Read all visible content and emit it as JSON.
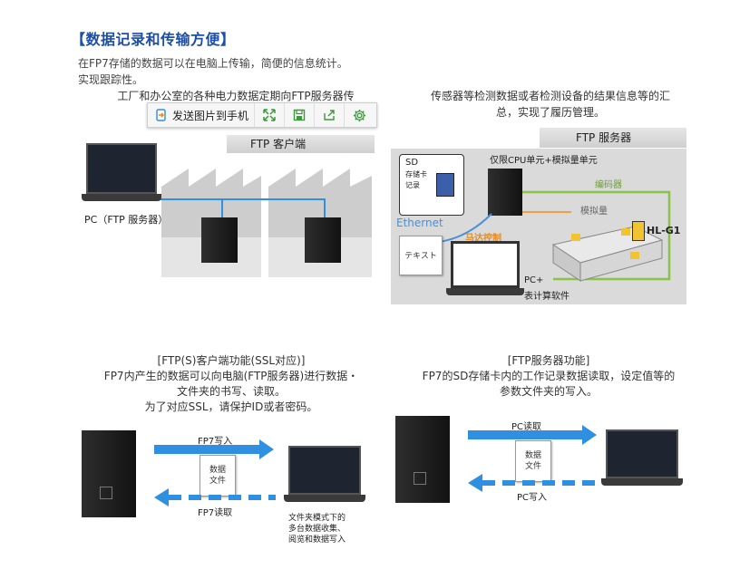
{
  "header": {
    "title": "【数据记录和传输方便】",
    "intro_line1": "在FP7存储的数据可以在电脑上传输，简便的信息统计。",
    "intro_line2": "实现跟踪性。"
  },
  "section_top_left": {
    "caption": "工厂和办公室的各种电力数据定期向FTP服务器传",
    "banner": "FTP 客户端",
    "pc_label": "PC（FTP 服务器）"
  },
  "toolbar": {
    "send_label": "发送图片到手机",
    "icons": [
      "expand-icon",
      "save-icon",
      "share-icon",
      "settings-icon"
    ]
  },
  "section_top_right": {
    "caption_line1": "传感器等检测数据或者检测设备的结果信息等的汇",
    "caption_line2": "总，实现了履历管理。",
    "banner": "FTP 服务器",
    "sd_label_1": "SD",
    "sd_label_2": "存储卡",
    "sd_label_3": "记录",
    "cpu_label": "仅限CPU单元+模拟量单元",
    "encoder_label": "编码器",
    "analog_label": "模拟量",
    "sensor_label": "HL-G1",
    "ethernet_label": "Ethernet",
    "text_label": "テキスト",
    "motor_label": "马达控制",
    "pc_label_1": "PC+",
    "pc_label_2": "表计算软件"
  },
  "section_bottom_left": {
    "caption_line1": "[FTP(S)客户端功能(SSL对应)]",
    "caption_line2": "FP7内产生的数据可以向电脑(FTP服务器)进行数据・",
    "caption_line3": "文件夹的书写、读取。",
    "caption_line4": "为了对应SSL，请保护ID或者密码。",
    "write_label": "FP7写入",
    "read_label": "FP7读取",
    "doc_label_1": "数据",
    "doc_label_2": "文件",
    "folder_label_1": "文件夹模式下的",
    "folder_label_2": "多台数据收集、",
    "folder_label_3": "阅览和数据写入"
  },
  "section_bottom_right": {
    "caption_line1": "[FTP服务器功能]",
    "caption_line2": "FP7的SD存储卡内的工作记录数据读取，设定值等的",
    "caption_line3": "参数文件夹的写入。",
    "read_label": "PC读取",
    "write_label": "PC写入",
    "doc_label_1": "数据",
    "doc_label_2": "文件"
  },
  "colors": {
    "title": "#1c4fa8",
    "arrow": "#2f8fe0",
    "encoder_line": "#8bc34a",
    "motor_label": "#e88a1a",
    "ethernet": "#4a90d9"
  }
}
